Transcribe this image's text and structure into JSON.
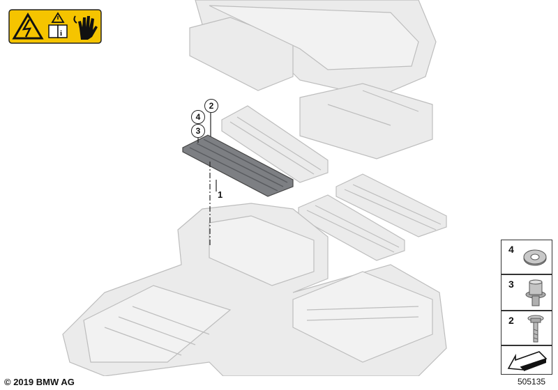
{
  "warning_icons": [
    "high-voltage-warning-icon",
    "read-manual-icon",
    "protective-gloves-icon"
  ],
  "callouts": {
    "c2": "2",
    "c4": "4",
    "c3": "3",
    "c1": "1"
  },
  "legend": {
    "items": [
      {
        "number": "4",
        "icon": "washer-icon"
      },
      {
        "number": "3",
        "icon": "nut-insert-icon"
      },
      {
        "number": "2",
        "icon": "bolt-icon"
      }
    ],
    "arrow_icon": "direction-arrow-icon"
  },
  "copyright": "© 2019 BMW AG",
  "image_number": "505135",
  "colors": {
    "warning_yellow": "#f5c400",
    "part_highlight": "#7d7f83",
    "part_ghost": "#e6e6e6",
    "outline": "#b8b8b8"
  }
}
